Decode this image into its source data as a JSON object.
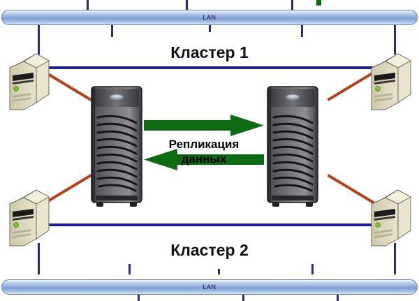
{
  "diagram": {
    "title": "Two-cluster data replication topology",
    "background_color": "#ffffff"
  },
  "colors": {
    "lan_bar_border": "#5f7fc0",
    "lan_bar_fill_light": "#dde8f7",
    "lan_bar_fill_dark": "#7fa0d4",
    "stub_blue": "#2b2b7a",
    "link_blue": "#1d1d8f",
    "cable_orange": "#b0431b",
    "arrow_green": "#0d6b12",
    "server_dark": "#3b3b3e",
    "pc_beige": "#ded8c0",
    "led_green": "#7ec92b",
    "text_black": "#111111"
  },
  "buses": {
    "top": {
      "label": "LAN",
      "name": "top-lan-bus"
    },
    "bottom": {
      "label": "LAN",
      "name": "bottom-lan-bus"
    }
  },
  "clusters": [
    {
      "label": "Кластер 1",
      "position": "top"
    },
    {
      "label": "Кластер 2",
      "position": "bottom"
    }
  ],
  "replication": {
    "caption_line1": "Репликация",
    "caption_line2": "данных",
    "arrow_right_direction": "right",
    "arrow_left_direction": "left",
    "arrow_color": "#0d6b12"
  },
  "nodes": {
    "servers": [
      {
        "name": "server-cluster-left",
        "side": "left"
      },
      {
        "name": "server-cluster-right",
        "side": "right"
      }
    ],
    "workstations": [
      {
        "name": "pc-top-left",
        "corner": "top-left"
      },
      {
        "name": "pc-top-right",
        "corner": "top-right"
      },
      {
        "name": "pc-bottom-left",
        "corner": "bottom-left"
      },
      {
        "name": "pc-bottom-right",
        "corner": "bottom-right"
      }
    ]
  },
  "stubs": {
    "top_above": [
      125,
      267,
      418
    ],
    "top_below": [
      55,
      160,
      300,
      432,
      565
    ],
    "bottom_above": [
      55,
      185,
      313,
      447,
      565
    ],
    "bottom_below": [
      198,
      348,
      483
    ]
  }
}
